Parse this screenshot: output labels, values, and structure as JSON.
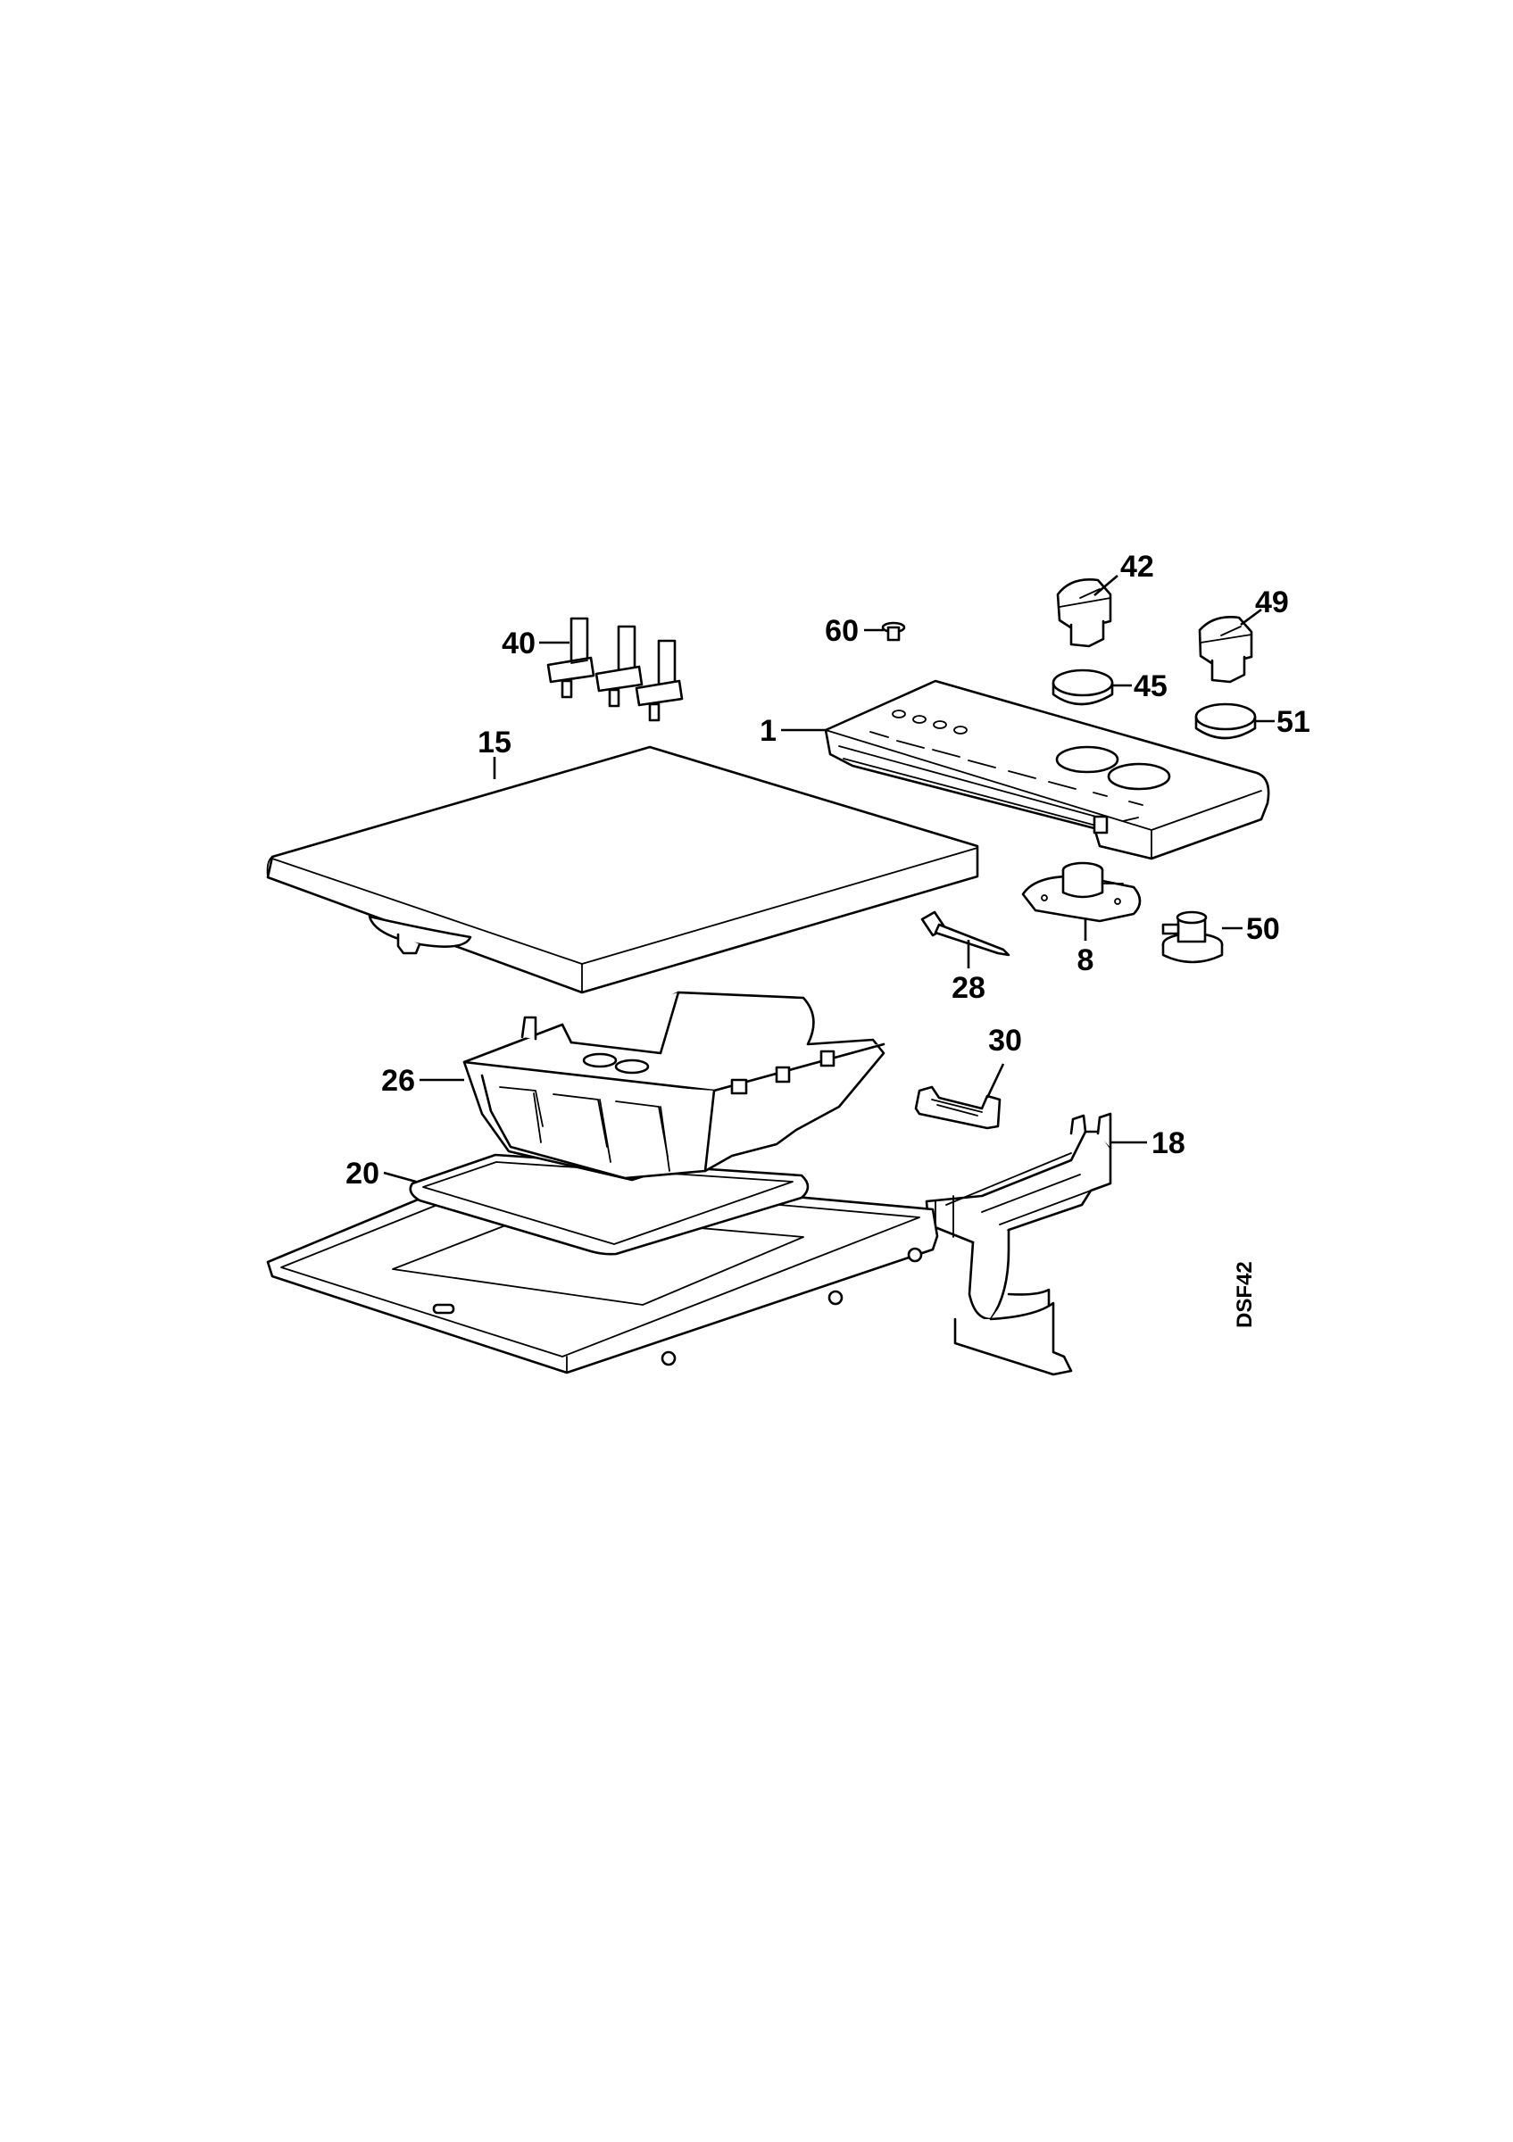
{
  "diagram": {
    "code": "DSF42",
    "callouts": {
      "c1": "1",
      "c8": "8",
      "c15": "15",
      "c18": "18",
      "c20": "20",
      "c26": "26",
      "c28": "28",
      "c30": "30",
      "c40": "40",
      "c42": "42",
      "c45": "45",
      "c49": "49",
      "c50": "50",
      "c51": "51",
      "c60": "60"
    }
  }
}
